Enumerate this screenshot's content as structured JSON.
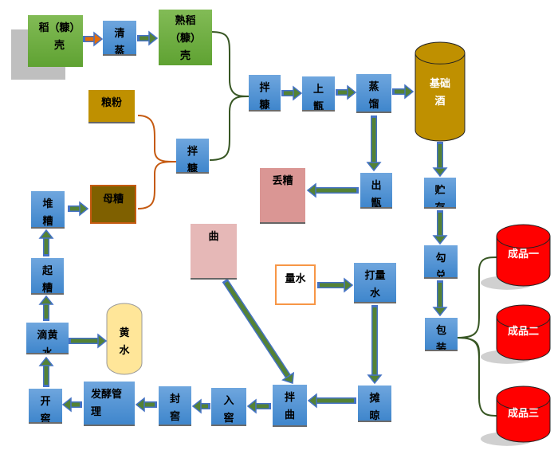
{
  "nodes": {
    "husk": "稻（糠）壳",
    "steam_clean": "清蒸",
    "cooked_husk": "熟稻（糠）壳",
    "grain_powder": "粮粉",
    "mix1": "拌糠",
    "mother_grains": "母糟",
    "pile_grains": "堆糟",
    "mix2": "拌糠",
    "load_still": "上甑",
    "distill": "蒸馏",
    "base_liquor": "基础酒",
    "storage": "贮存",
    "blend": "勾兑",
    "package": "包装",
    "product1": "成品一",
    "product2": "成品二",
    "product3": "成品三",
    "discard_grains": "丢糟",
    "unload_still": "出甑",
    "qu": "曲",
    "water_amount": "量水",
    "add_water": "打量水",
    "spread_cool": "摊晾",
    "mix_qu": "拌曲",
    "into_cellar": "入窖",
    "seal_cellar": "封窖",
    "fermentation": "发酵管理",
    "open_cellar": "开窖",
    "drip_yellow": "滴黄水",
    "yellow_water": "黄水",
    "lift_grains": "起糟"
  },
  "colors": {
    "arrow_fill": "#548235",
    "arrow_edge": "#4472c4",
    "curve_green": "#375623",
    "curve_brown": "#c55a11",
    "product": "#ff0000",
    "base_liquor": "#bf9000",
    "yellow_water": "#ffe699"
  }
}
